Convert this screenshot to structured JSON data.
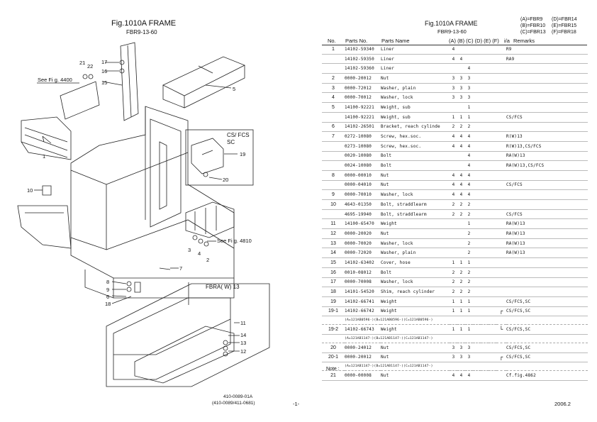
{
  "left": {
    "title": "Fig.1010A  FRAME",
    "subtitle": "FBR9-13-60",
    "callouts": [
      "1",
      "2",
      "3",
      "4",
      "5",
      "6",
      "7",
      "8",
      "9",
      "10",
      "11",
      "12",
      "13",
      "14",
      "15",
      "16",
      "17",
      "18",
      "19",
      "20",
      "21",
      "22"
    ],
    "see_4400": "See  Fi g. 4400",
    "see_4810": "See  Fi g. 4810",
    "csfcs_sc_line1": "CS/ FCS",
    "csfcs_sc_line2": "SC",
    "fbra_w13": "FBRA( W) 13",
    "footer_code_1": "410-0089-01A",
    "footer_code_2": "(410-0089/411-0681)",
    "page_number": "-1-"
  },
  "right": {
    "title": "Fig.1010A  FRAME",
    "subtitle": "FBR9-13-60",
    "legend": [
      [
        "(A)=FBR9",
        "(D)=FBR14"
      ],
      [
        "(B)=FBR10",
        "(E)=FBR15"
      ],
      [
        "(C)=FBR13",
        "(F)=FBR18"
      ]
    ],
    "headers": {
      "no": "No.",
      "parts_no": "Parts No.",
      "parts_name": "Parts Name",
      "models": "(A) (B) (C) (D) (E) (F)",
      "ia": "i/a",
      "remarks": "Remarks"
    },
    "rows": [
      {
        "no": "1",
        "part": "14102-59340",
        "name": "Liner",
        "q": [
          "4",
          "",
          "",
          "",
          "",
          ""
        ],
        "ia": "",
        "rem": "R9"
      },
      {
        "no": "",
        "part": "14102-59350",
        "name": "Liner",
        "q": [
          "4",
          "4",
          "",
          "",
          "",
          ""
        ],
        "ia": "",
        "rem": "RA9"
      },
      {
        "no": "",
        "part": "14102-59360",
        "name": "Liner",
        "q": [
          "",
          "",
          "4",
          "",
          "",
          ""
        ],
        "ia": "",
        "rem": ""
      },
      {
        "no": "2",
        "part": "0000-20012",
        "name": "Nut",
        "q": [
          "3",
          "3",
          "3",
          "",
          "",
          ""
        ],
        "ia": "",
        "rem": ""
      },
      {
        "no": "3",
        "part": "0000-72012",
        "name": "Washer, plain",
        "q": [
          "3",
          "3",
          "3",
          "",
          "",
          ""
        ],
        "ia": "",
        "rem": ""
      },
      {
        "no": "4",
        "part": "0000-70012",
        "name": "Washer, lock",
        "q": [
          "3",
          "3",
          "3",
          "",
          "",
          ""
        ],
        "ia": "",
        "rem": ""
      },
      {
        "no": "5",
        "part": "14100-92221",
        "name": "Weight, sub",
        "q": [
          "",
          "",
          "1",
          "",
          "",
          ""
        ],
        "ia": "",
        "rem": ""
      },
      {
        "no": "",
        "part": "14100-92221",
        "name": "Weight, sub",
        "q": [
          "1",
          "1",
          "1",
          "",
          "",
          ""
        ],
        "ia": "",
        "rem": "CS/FCS"
      },
      {
        "no": "6",
        "part": "14102-26501",
        "name": "Bracket, reach cylinde",
        "q": [
          "2",
          "2",
          "2",
          "",
          "",
          ""
        ],
        "ia": "",
        "rem": ""
      },
      {
        "no": "7",
        "part": "0272-10080",
        "name": "Screw, hex.soc.",
        "q": [
          "4",
          "4",
          "4",
          "",
          "",
          ""
        ],
        "ia": "",
        "rem": "R(W)13"
      },
      {
        "no": "",
        "part": "0273-10080",
        "name": "Screw, hex.soc.",
        "q": [
          "4",
          "4",
          "4",
          "",
          "",
          ""
        ],
        "ia": "",
        "rem": "R(W)13,CS/FCS"
      },
      {
        "no": "",
        "part": "0020-10080",
        "name": "Bolt",
        "q": [
          "",
          "",
          "4",
          "",
          "",
          ""
        ],
        "ia": "",
        "rem": "RA(W)13"
      },
      {
        "no": "",
        "part": "0024-10080",
        "name": "Bolt",
        "q": [
          "",
          "",
          "4",
          "",
          "",
          ""
        ],
        "ia": "",
        "rem": "RA(W)13,CS/FCS"
      },
      {
        "no": "8",
        "part": "0000-00010",
        "name": "Nut",
        "q": [
          "4",
          "4",
          "4",
          "",
          "",
          ""
        ],
        "ia": "",
        "rem": ""
      },
      {
        "no": "",
        "part": "0000-04010",
        "name": "Nut",
        "q": [
          "4",
          "4",
          "4",
          "",
          "",
          ""
        ],
        "ia": "",
        "rem": "CS/FCS"
      },
      {
        "no": "9",
        "part": "0000-70010",
        "name": "Washer, lock",
        "q": [
          "4",
          "4",
          "4",
          "",
          "",
          ""
        ],
        "ia": "",
        "rem": ""
      },
      {
        "no": "10",
        "part": "4643-01350",
        "name": "Bolt, straddlearm",
        "q": [
          "2",
          "2",
          "2",
          "",
          "",
          ""
        ],
        "ia": "",
        "rem": ""
      },
      {
        "no": "",
        "part": "4695-19940",
        "name": "Bolt, straddlearm",
        "q": [
          "2",
          "2",
          "2",
          "",
          "",
          ""
        ],
        "ia": "",
        "rem": "CS/FCS"
      },
      {
        "no": "11",
        "part": "14100-65470",
        "name": "Weight",
        "q": [
          "",
          "",
          "1",
          "",
          "",
          ""
        ],
        "ia": "",
        "rem": "RA(W)13"
      },
      {
        "no": "12",
        "part": "0000-20020",
        "name": "Nut",
        "q": [
          "",
          "",
          "2",
          "",
          "",
          ""
        ],
        "ia": "",
        "rem": "RA(W)13"
      },
      {
        "no": "13",
        "part": "0000-70020",
        "name": "Washer, lock",
        "q": [
          "",
          "",
          "2",
          "",
          "",
          ""
        ],
        "ia": "",
        "rem": "RA(W)13"
      },
      {
        "no": "14",
        "part": "0000-72020",
        "name": "Washer, plain",
        "q": [
          "",
          "",
          "2",
          "",
          "",
          ""
        ],
        "ia": "",
        "rem": "RA(W)13"
      },
      {
        "no": "15",
        "part": "14102-63402",
        "name": "Cover, hose",
        "q": [
          "1",
          "1",
          "1",
          "",
          "",
          ""
        ],
        "ia": "",
        "rem": ""
      },
      {
        "no": "16",
        "part": "0010-08012",
        "name": "Bolt",
        "q": [
          "2",
          "2",
          "2",
          "",
          "",
          ""
        ],
        "ia": "",
        "rem": ""
      },
      {
        "no": "17",
        "part": "0000-70008",
        "name": "Washer, lock",
        "q": [
          "2",
          "2",
          "2",
          "",
          "",
          ""
        ],
        "ia": "",
        "rem": ""
      },
      {
        "no": "18",
        "part": "14101-54520",
        "name": "Shim, reach cylinder",
        "q": [
          "2",
          "2",
          "2",
          "",
          "",
          ""
        ],
        "ia": "",
        "rem": ""
      },
      {
        "no": "19",
        "part": "14102-66741",
        "name": "Weight",
        "q": [
          "1",
          "1",
          "1",
          "",
          "",
          ""
        ],
        "ia": "",
        "rem": "CS/FCS,SC"
      },
      {
        "no": "19-1",
        "part": "14102-66742",
        "name": "Weight",
        "q": [
          "1",
          "1",
          "1",
          "",
          "",
          ""
        ],
        "ia": "┌",
        "rem": "CS/FCS,SC"
      },
      {
        "note": "(A=121AB0596-)(B=121AB0596-)(C=121AB0596-)"
      },
      {
        "no": "19-2",
        "part": "14102-66743",
        "name": "Weight",
        "q": [
          "1",
          "1",
          "1",
          "",
          "",
          ""
        ],
        "ia": "└",
        "rem": "CS/FCS,SC"
      },
      {
        "note": "(A=121AB1147-)(B=121AB1147-)(C=121AB1147-)"
      },
      {
        "no": "20",
        "part": "0000-24012",
        "name": "Nut",
        "q": [
          "3",
          "3",
          "3",
          "",
          "",
          ""
        ],
        "ia": "",
        "rem": "CS/FCS,SC"
      },
      {
        "no": "20-1",
        "part": "0000-20012",
        "name": "Nut",
        "q": [
          "3",
          "3",
          "3",
          "",
          "",
          ""
        ],
        "ia": "┌",
        "rem": "CS/FCS,SC"
      },
      {
        "note": "(A=121AB1147-)(B=121AB1147-)(C=121AB1147-)"
      },
      {
        "no": "21",
        "part": "0000-00008",
        "name": "Nut",
        "q": [
          "4",
          "4",
          "4",
          "",
          "",
          ""
        ],
        "ia": "",
        "rem": "Cf.fig.4862"
      }
    ],
    "note_label": "Note :",
    "date": "2006.2"
  }
}
